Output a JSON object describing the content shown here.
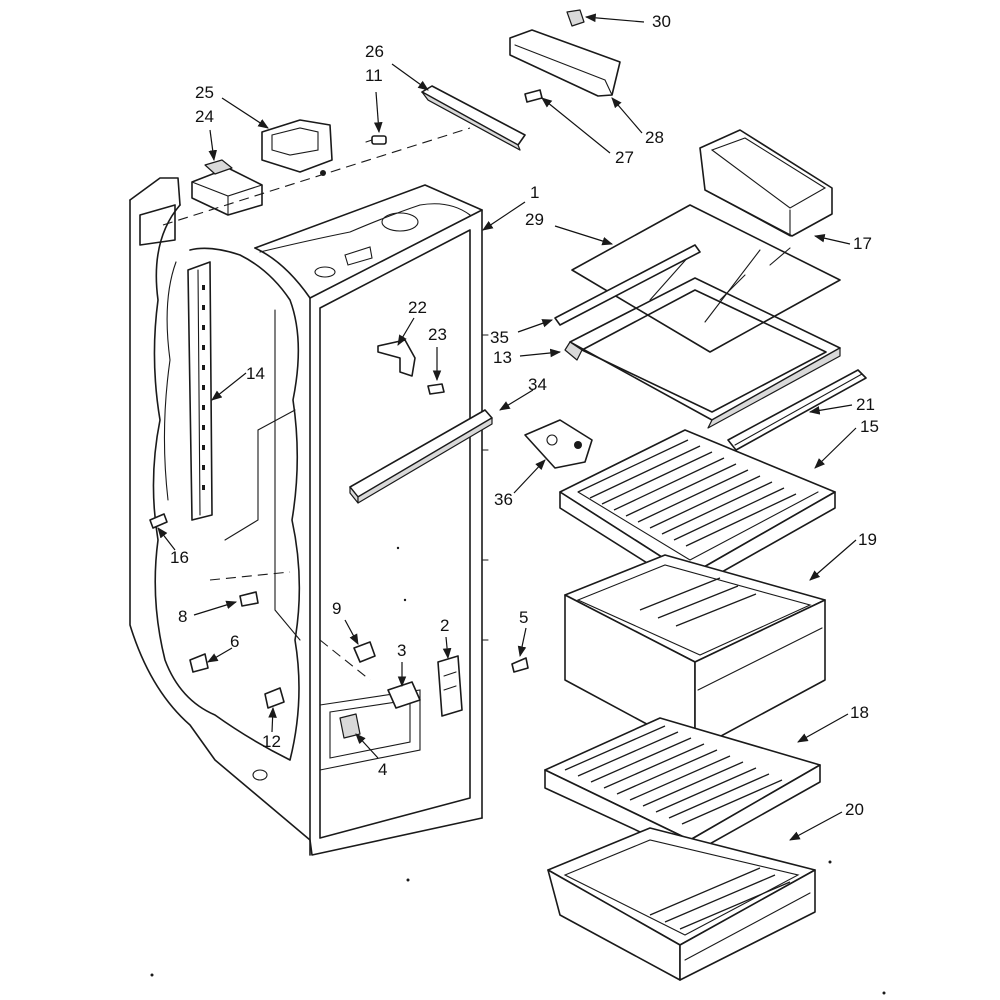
{
  "diagram": {
    "colors": {
      "ink": "#1a1a1a",
      "paper": "#ffffff"
    },
    "parts": [
      {
        "id": "1",
        "label": "1"
      },
      {
        "id": "2",
        "label": "2"
      },
      {
        "id": "3",
        "label": "3"
      },
      {
        "id": "4",
        "label": "4"
      },
      {
        "id": "5",
        "label": "5"
      },
      {
        "id": "6",
        "label": "6"
      },
      {
        "id": "8",
        "label": "8"
      },
      {
        "id": "9",
        "label": "9"
      },
      {
        "id": "11",
        "label": "11"
      },
      {
        "id": "12",
        "label": "12"
      },
      {
        "id": "13",
        "label": "13"
      },
      {
        "id": "14",
        "label": "14"
      },
      {
        "id": "15",
        "label": "15"
      },
      {
        "id": "16",
        "label": "16"
      },
      {
        "id": "17",
        "label": "17"
      },
      {
        "id": "18",
        "label": "18"
      },
      {
        "id": "19",
        "label": "19"
      },
      {
        "id": "20",
        "label": "20"
      },
      {
        "id": "21",
        "label": "21"
      },
      {
        "id": "22",
        "label": "22"
      },
      {
        "id": "23",
        "label": "23"
      },
      {
        "id": "24",
        "label": "24"
      },
      {
        "id": "25",
        "label": "25"
      },
      {
        "id": "26",
        "label": "26"
      },
      {
        "id": "27",
        "label": "27"
      },
      {
        "id": "28",
        "label": "28"
      },
      {
        "id": "29",
        "label": "29"
      },
      {
        "id": "30",
        "label": "30"
      },
      {
        "id": "34",
        "label": "34"
      },
      {
        "id": "35",
        "label": "35"
      },
      {
        "id": "36",
        "label": "36"
      }
    ]
  }
}
